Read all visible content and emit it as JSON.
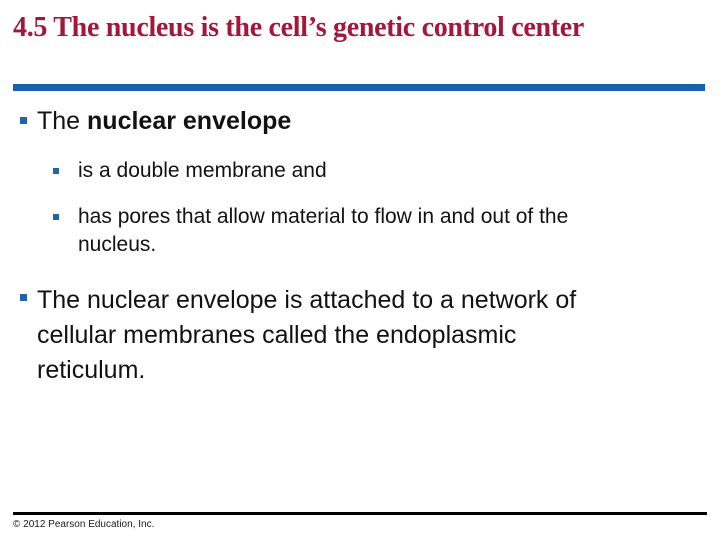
{
  "slide": {
    "title": "4.5 The nucleus is the cell’s genetic control center",
    "footer": "© 2012 Pearson Education, Inc."
  },
  "bullets": {
    "b1": {
      "pre": "The ",
      "bold": "nuclear envelope"
    },
    "b1_sub1": {
      "text": "is a double membrane and"
    },
    "b1_sub2": {
      "lines": [
        "has pores that allow material to flow in and out of the",
        "nucleus."
      ]
    },
    "b2": {
      "lines": [
        "The nuclear envelope is attached to a network of",
        "cellular membranes called the endoplasmic",
        "reticulum."
      ]
    }
  },
  "colors": {
    "title_text": "#A2173A",
    "title_rule": "#1663A9",
    "bullet_square": "#1F63A8",
    "body_text": "#121212",
    "footer_rule": "#000000"
  }
}
